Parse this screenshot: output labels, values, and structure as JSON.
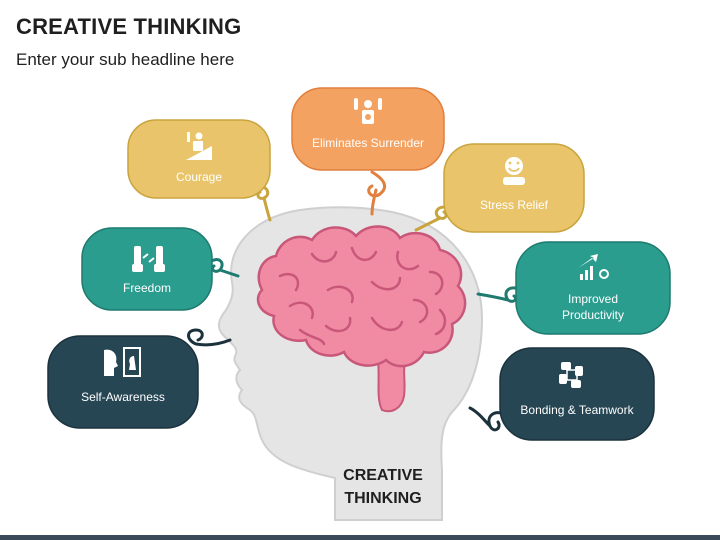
{
  "header": {
    "title": "CREATIVE THINKING",
    "subtitle": "Enter your sub headline here"
  },
  "center": {
    "label": "CREATIVE\nTHINKING"
  },
  "colors": {
    "orange": "#f4a261",
    "yellow": "#e9c46a",
    "teal": "#2a9d8f",
    "navy": "#264653",
    "brain": "#f08ba3",
    "head": "#e5e5e5"
  },
  "bubbles": [
    {
      "label": "Eliminates Surrender",
      "icon": "trophy-person-icon"
    },
    {
      "label": "Courage",
      "icon": "climbing-person-icon"
    },
    {
      "label": "Stress Relief",
      "icon": "smiling-face-icon"
    },
    {
      "label": "Freedom",
      "icon": "broken-handcuffs-icon"
    },
    {
      "label": "Improved\nProductivity",
      "icon": "growth-chart-gears-icon"
    },
    {
      "label": "Self-Awareness",
      "icon": "mirror-head-icon"
    },
    {
      "label": "Bonding & Teamwork",
      "icon": "linked-hands-icon"
    }
  ]
}
